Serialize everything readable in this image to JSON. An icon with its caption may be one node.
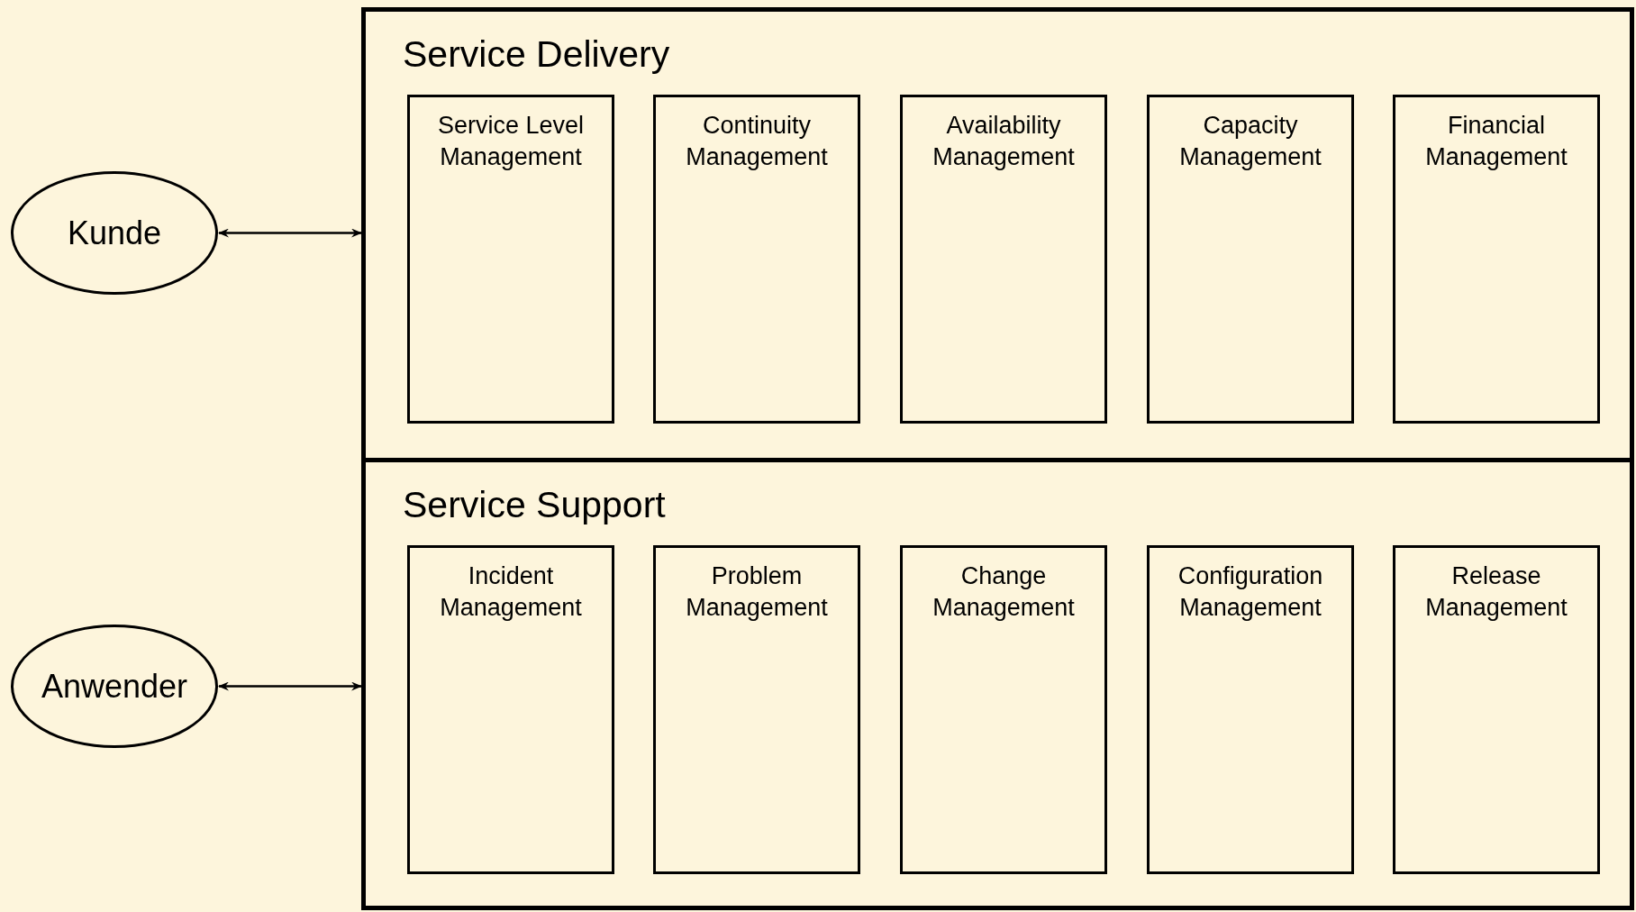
{
  "diagram": {
    "nodes": [
      {
        "text": [
          "Service Delivery"
        ]
      },
      {
        "text": [
          "Service Level Management"
        ],
        "in": 0
      },
      {
        "text": [
          "Continuity Management"
        ],
        "in": 0
      },
      {
        "text": [
          "Availability Management"
        ],
        "in": 0
      },
      {
        "text": [
          "Capacity Management"
        ],
        "in": 0
      },
      {
        "text": [
          "Financial Management"
        ],
        "in": 0
      },
      {
        "text": [
          "Service Support"
        ]
      },
      {
        "text": [
          "Incident Management"
        ],
        "in": 6
      },
      {
        "text": [
          "Problem Management"
        ],
        "in": 6
      },
      {
        "text": [
          "Change Management"
        ],
        "in": 6
      },
      {
        "text": [
          "Configuration Management"
        ],
        "in": 6
      },
      {
        "text": [
          "Release Management"
        ],
        "in": 6
      },
      {
        "text": [
          "Kunde"
        ]
      },
      {
        "text": [
          "Anwender"
        ]
      }
    ],
    "edges": [
      {
        "from": 12,
        "to": 0,
        "arrow": "both"
      },
      {
        "from": 13,
        "to": 6,
        "arrow": "both"
      }
    ]
  }
}
